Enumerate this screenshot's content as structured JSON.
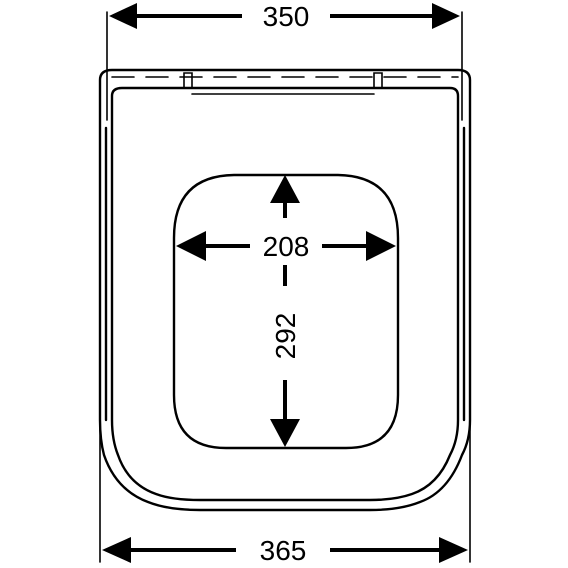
{
  "dimensions": {
    "top_width": "350",
    "bottom_width": "365",
    "opening_width": "208",
    "opening_length": "292"
  }
}
